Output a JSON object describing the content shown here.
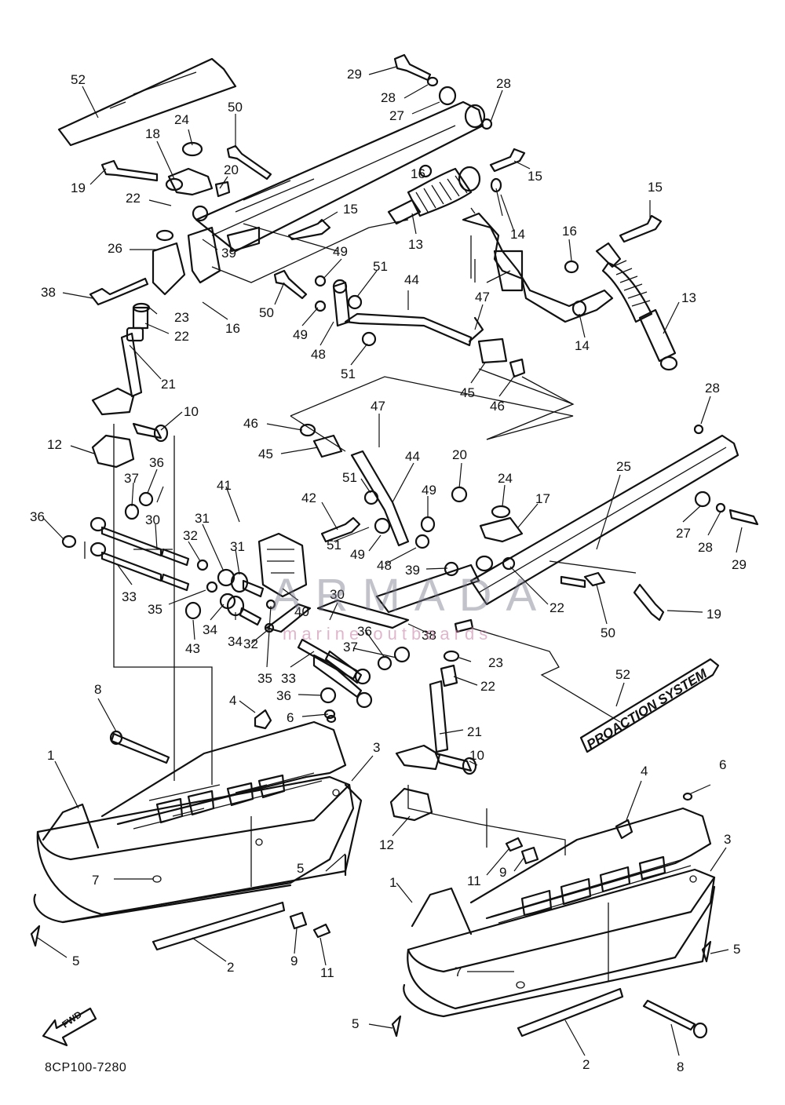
{
  "diagram_code": "8CP100-7280",
  "watermark": {
    "brand": "ARMADA",
    "tagline": "marine outboards",
    "accent_color": "#d4679a"
  },
  "fwd_label": "FWD",
  "placard_text": "PROACTION SYSTEM",
  "callouts": [
    {
      "id": "c52a",
      "label": "52"
    },
    {
      "id": "c29a",
      "label": "29"
    },
    {
      "id": "c28a",
      "label": "28"
    },
    {
      "id": "c27a",
      "label": "27"
    },
    {
      "id": "c28b",
      "label": "28"
    },
    {
      "id": "c24a",
      "label": "24"
    },
    {
      "id": "c50a",
      "label": "50"
    },
    {
      "id": "c18a",
      "label": "18"
    },
    {
      "id": "c20a",
      "label": "20"
    },
    {
      "id": "c19a",
      "label": "19"
    },
    {
      "id": "c22a",
      "label": "22"
    },
    {
      "id": "c16a",
      "label": "16"
    },
    {
      "id": "c15a",
      "label": "15"
    },
    {
      "id": "c15b",
      "label": "15"
    },
    {
      "id": "c15c",
      "label": "15"
    },
    {
      "id": "c26a",
      "label": "26"
    },
    {
      "id": "c39a",
      "label": "39"
    },
    {
      "id": "c13a",
      "label": "13"
    },
    {
      "id": "c14a",
      "label": "14"
    },
    {
      "id": "c16b",
      "label": "16"
    },
    {
      "id": "c38a",
      "label": "38"
    },
    {
      "id": "c49a",
      "label": "49"
    },
    {
      "id": "c51a",
      "label": "51"
    },
    {
      "id": "c44a",
      "label": "44"
    },
    {
      "id": "c50b",
      "label": "50"
    },
    {
      "id": "c23a",
      "label": "23"
    },
    {
      "id": "c16c",
      "label": "16"
    },
    {
      "id": "c22b",
      "label": "22"
    },
    {
      "id": "c49b",
      "label": "49"
    },
    {
      "id": "c47a",
      "label": "47"
    },
    {
      "id": "c13b",
      "label": "13"
    },
    {
      "id": "c48a",
      "label": "48"
    },
    {
      "id": "c14b",
      "label": "14"
    },
    {
      "id": "c51b",
      "label": "51"
    },
    {
      "id": "c21a",
      "label": "21"
    },
    {
      "id": "c45a",
      "label": "45"
    },
    {
      "id": "c46a",
      "label": "46"
    },
    {
      "id": "c28c",
      "label": "28"
    },
    {
      "id": "c10a",
      "label": "10"
    },
    {
      "id": "c46b",
      "label": "46"
    },
    {
      "id": "c47b",
      "label": "47"
    },
    {
      "id": "c12a",
      "label": "12"
    },
    {
      "id": "c45b",
      "label": "45"
    },
    {
      "id": "c44b",
      "label": "44"
    },
    {
      "id": "c36a",
      "label": "36"
    },
    {
      "id": "c37a",
      "label": "37"
    },
    {
      "id": "c20b",
      "label": "20"
    },
    {
      "id": "c25a",
      "label": "25"
    },
    {
      "id": "c41a",
      "label": "41"
    },
    {
      "id": "c51c",
      "label": "51"
    },
    {
      "id": "c24b",
      "label": "24"
    },
    {
      "id": "c49c",
      "label": "49"
    },
    {
      "id": "c36b",
      "label": "36"
    },
    {
      "id": "c42a",
      "label": "42"
    },
    {
      "id": "c17a",
      "label": "17"
    },
    {
      "id": "c27b",
      "label": "27"
    },
    {
      "id": "c31a",
      "label": "31"
    },
    {
      "id": "c30a",
      "label": "30"
    },
    {
      "id": "c32a",
      "label": "32"
    },
    {
      "id": "c51d",
      "label": "51"
    },
    {
      "id": "c49d",
      "label": "49"
    },
    {
      "id": "c28d",
      "label": "28"
    },
    {
      "id": "c29b",
      "label": "29"
    },
    {
      "id": "c31b",
      "label": "31"
    },
    {
      "id": "c48b",
      "label": "48"
    },
    {
      "id": "c39b",
      "label": "39"
    },
    {
      "id": "c33a",
      "label": "33"
    },
    {
      "id": "c35a",
      "label": "35"
    },
    {
      "id": "c30b",
      "label": "30"
    },
    {
      "id": "c22c",
      "label": "22"
    },
    {
      "id": "c19b",
      "label": "19"
    },
    {
      "id": "c40a",
      "label": "40"
    },
    {
      "id": "c34a",
      "label": "34"
    },
    {
      "id": "c34b",
      "label": "34"
    },
    {
      "id": "c38b",
      "label": "38"
    },
    {
      "id": "c50c",
      "label": "50"
    },
    {
      "id": "c43a",
      "label": "43"
    },
    {
      "id": "c36c",
      "label": "36"
    },
    {
      "id": "c37b",
      "label": "37"
    },
    {
      "id": "c32b",
      "label": "32"
    },
    {
      "id": "c23b",
      "label": "23"
    },
    {
      "id": "c35b",
      "label": "35"
    },
    {
      "id": "c33b",
      "label": "33"
    },
    {
      "id": "c22d",
      "label": "22"
    },
    {
      "id": "c52b",
      "label": "52"
    },
    {
      "id": "c36d",
      "label": "36"
    },
    {
      "id": "c8a",
      "label": "8"
    },
    {
      "id": "c4a",
      "label": "4"
    },
    {
      "id": "c6a",
      "label": "6"
    },
    {
      "id": "c21b",
      "label": "21"
    },
    {
      "id": "c3a",
      "label": "3"
    },
    {
      "id": "c10b",
      "label": "10"
    },
    {
      "id": "c4b",
      "label": "4"
    },
    {
      "id": "c6b",
      "label": "6"
    },
    {
      "id": "c1a",
      "label": "1"
    },
    {
      "id": "c12b",
      "label": "12"
    },
    {
      "id": "c3b",
      "label": "3"
    },
    {
      "id": "c5a",
      "label": "5"
    },
    {
      "id": "c7a",
      "label": "7"
    },
    {
      "id": "c11a",
      "label": "11"
    },
    {
      "id": "c9a",
      "label": "9"
    },
    {
      "id": "c1b",
      "label": "1"
    },
    {
      "id": "c5b",
      "label": "5"
    },
    {
      "id": "c2a",
      "label": "2"
    },
    {
      "id": "c9b",
      "label": "9"
    },
    {
      "id": "c11b",
      "label": "11"
    },
    {
      "id": "c7b",
      "label": "7"
    },
    {
      "id": "c5c",
      "label": "5"
    },
    {
      "id": "c5d",
      "label": "5"
    },
    {
      "id": "c2b",
      "label": "2"
    },
    {
      "id": "c8b",
      "label": "8"
    }
  ]
}
